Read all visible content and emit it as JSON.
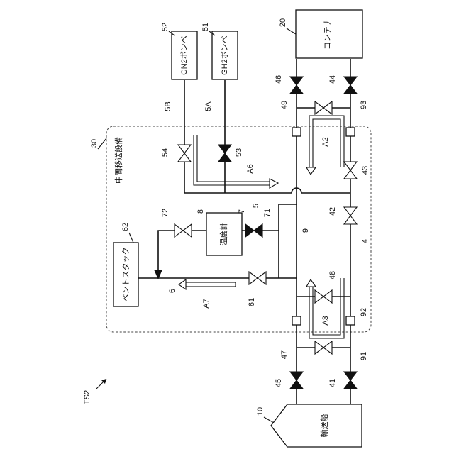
{
  "equipment": {
    "container": {
      "label": "コンテナ",
      "ref": "20"
    },
    "transport_ship": {
      "label": "輸送船",
      "ref": "10"
    },
    "gn2_cylinder": {
      "label": "GN2ボンベ",
      "ref": "52"
    },
    "gh2_cylinder": {
      "label": "GH2ボンベ",
      "ref": "51"
    },
    "thermometer": {
      "label": "温度計",
      "ref": "8"
    },
    "vent_stack": {
      "label": "ベントスタック",
      "ref": "62"
    },
    "facility": {
      "label": "中間移送設備",
      "ref": "30"
    },
    "figure_ref": "TS2"
  },
  "labels": {
    "line_5A": "5A",
    "line_5B": "5B",
    "line_5": "5",
    "line_4": "4",
    "line_9": "9",
    "line_6": "6",
    "line_7": "7",
    "v54": "54",
    "v53": "53",
    "v72": "72",
    "v71": "71",
    "v61": "61",
    "v46": "46",
    "v44": "44",
    "v49": "49",
    "v93": "93",
    "v43": "43",
    "v42": "42",
    "v48": "48",
    "v92": "92",
    "v47": "47",
    "v91": "91",
    "v45": "45",
    "v41": "41",
    "flow_A2": "A2",
    "flow_A3": "A3",
    "flow_A6": "A6",
    "flow_A7": "A7"
  }
}
